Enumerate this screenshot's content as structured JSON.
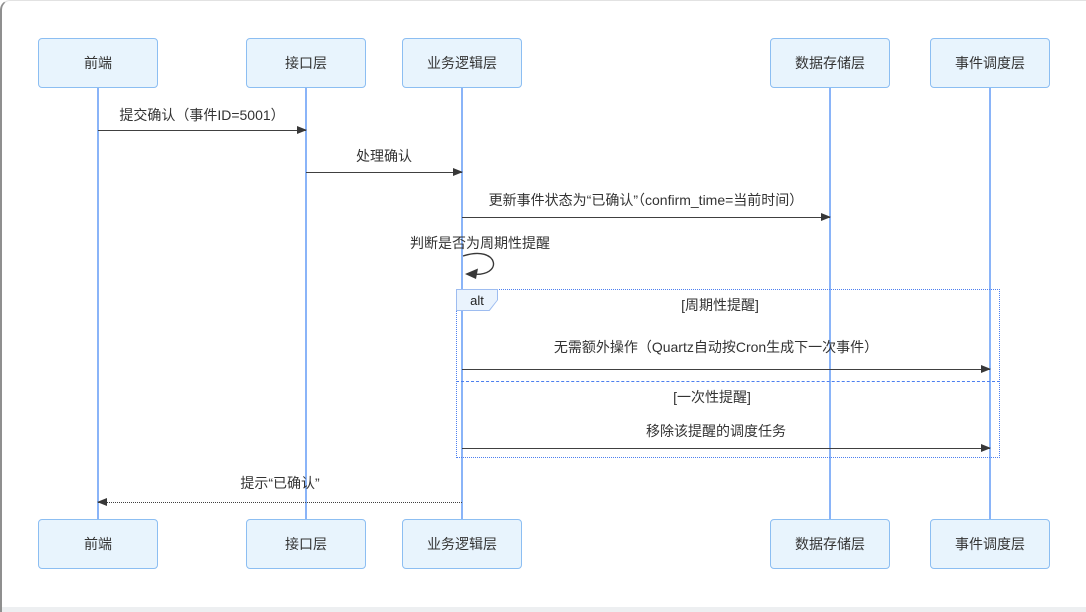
{
  "diagram": {
    "type": "sequence",
    "actors": [
      {
        "label": "前端"
      },
      {
        "label": "接口层"
      },
      {
        "label": "业务逻辑层"
      },
      {
        "label": "数据存储层"
      },
      {
        "label": "事件调度层"
      }
    ],
    "messages": [
      {
        "label": "提交确认（事件ID=5001）",
        "from": "前端",
        "to": "接口层",
        "style": "solid"
      },
      {
        "label": "处理确认",
        "from": "接口层",
        "to": "业务逻辑层",
        "style": "solid"
      },
      {
        "label": "更新事件状态为“已确认”（confirm_time=当前时间）",
        "from": "业务逻辑层",
        "to": "数据存储层",
        "style": "solid"
      },
      {
        "label": "判断是否为周期性提醒",
        "from": "业务逻辑层",
        "to": "业务逻辑层",
        "style": "self"
      },
      {
        "label": "无需额外操作（Quartz自动按Cron生成下一次事件）",
        "from": "业务逻辑层",
        "to": "事件调度层",
        "style": "solid"
      },
      {
        "label": "移除该提醒的调度任务",
        "from": "业务逻辑层",
        "to": "事件调度层",
        "style": "solid"
      },
      {
        "label": "提示“已确认”",
        "from": "业务逻辑层",
        "to": "前端",
        "style": "dotted"
      }
    ],
    "alt": {
      "keyword": "alt",
      "conditions": [
        {
          "label": "[周期性提醒]"
        },
        {
          "label": "[一次性提醒]"
        }
      ]
    },
    "colors": {
      "actor_fill": "#e8f4fd",
      "actor_border": "#8cbef2",
      "lifeline": "#8ab4f8",
      "fragment_border": "#4c7ff0",
      "arrow": "#383838",
      "text": "#333333"
    }
  }
}
